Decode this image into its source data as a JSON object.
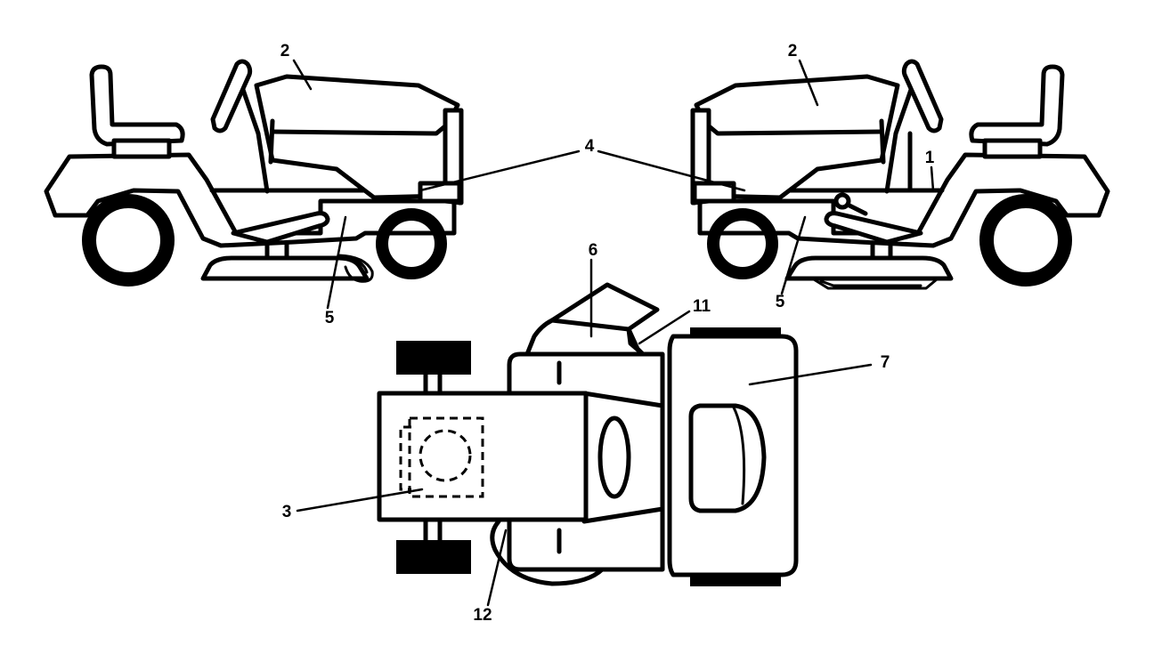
{
  "callouts": {
    "c1": "1",
    "c2": "2",
    "c3": "3",
    "c4": "4",
    "c5": "5",
    "c6": "6",
    "c7": "7",
    "c11": "11",
    "c12": "12"
  },
  "colors": {
    "line": "#000000",
    "background": "#ffffff"
  }
}
